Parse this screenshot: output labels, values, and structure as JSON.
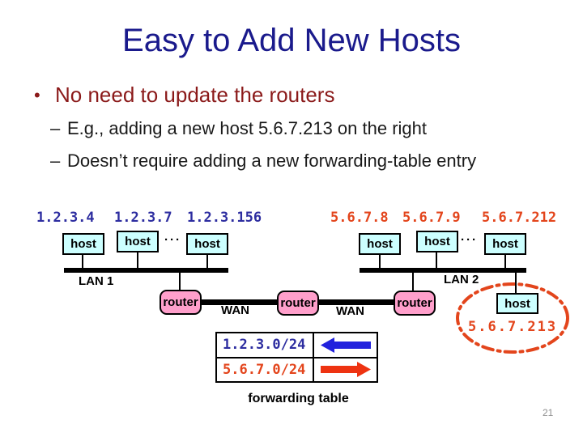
{
  "slide": {
    "title": "Easy to Add New Hosts",
    "bullet_marker": "•",
    "bullet_text": "No need to update the routers",
    "sub_bullet_marker": "–",
    "sub_bullets": [
      "E.g., adding a new host 5.6.7.213 on the right",
      "Doesn’t require adding a new forwarding-table entry"
    ],
    "page_number": "21"
  },
  "diagram": {
    "lan1": {
      "label": "LAN 1",
      "ips": [
        "1.2.3.4",
        "1.2.3.7",
        "1.2.3.156"
      ],
      "host_labels": [
        "host",
        "host",
        "host"
      ],
      "ellipsis": "···"
    },
    "lan2": {
      "label": "LAN 2",
      "ips": [
        "5.6.7.8",
        "5.6.7.9",
        "5.6.7.212"
      ],
      "host_labels": [
        "host",
        "host",
        "host"
      ],
      "ellipsis": "···"
    },
    "routers": [
      "router",
      "router",
      "router"
    ],
    "wan_labels": [
      "WAN",
      "WAN"
    ],
    "new_host": {
      "label": "host",
      "ip": "5.6.7.213"
    },
    "forwarding_table": {
      "caption": "forwarding table",
      "rows": [
        {
          "prefix": "1.2.3.0/24",
          "arrow": "left"
        },
        {
          "prefix": "5.6.7.0/24",
          "arrow": "right"
        }
      ]
    },
    "colors": {
      "title_navy": "#1A1A8C",
      "bullet_dark_red": "#8B1A1A",
      "lan1_ip_blue": "#2D2DA0",
      "lan2_ip_red": "#E3451C",
      "host_fill": "#CCFFFF",
      "router_fill": "#FF9FCB",
      "table_arrow_blue": "#2222DD",
      "table_arrow_red": "#EE3311",
      "highlight_ellipse": "#E3451C"
    }
  }
}
